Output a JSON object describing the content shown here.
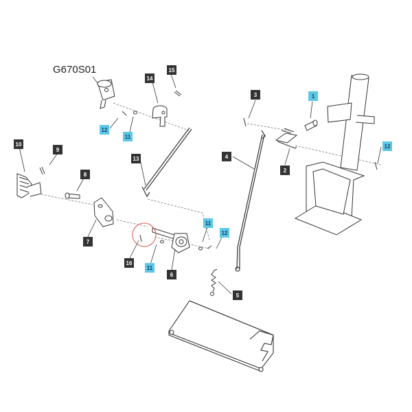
{
  "diagram_code": "G670S01",
  "colors": {
    "dark_callout": "#333333",
    "highlight_callout": "#5bc8e6",
    "line": "#333333",
    "circle": "#d9534f"
  },
  "callouts": [
    {
      "id": "c1",
      "label": "1",
      "style": "highlight"
    },
    {
      "id": "c2",
      "label": "2",
      "style": "dark"
    },
    {
      "id": "c3",
      "label": "3",
      "style": "dark"
    },
    {
      "id": "c4",
      "label": "4",
      "style": "dark"
    },
    {
      "id": "c5",
      "label": "5",
      "style": "dark"
    },
    {
      "id": "c6",
      "label": "6",
      "style": "dark"
    },
    {
      "id": "c7",
      "label": "7",
      "style": "dark"
    },
    {
      "id": "c8",
      "label": "8",
      "style": "dark"
    },
    {
      "id": "c9",
      "label": "9",
      "style": "dark"
    },
    {
      "id": "c10",
      "label": "10",
      "style": "dark"
    },
    {
      "id": "c11a",
      "label": "11",
      "style": "highlight"
    },
    {
      "id": "c11b",
      "label": "11",
      "style": "highlight"
    },
    {
      "id": "c11c",
      "label": "11",
      "style": "highlight"
    },
    {
      "id": "c12a",
      "label": "12",
      "style": "highlight"
    },
    {
      "id": "c12b",
      "label": "12",
      "style": "highlight"
    },
    {
      "id": "c12c",
      "label": "12",
      "style": "highlight"
    },
    {
      "id": "c13",
      "label": "13",
      "style": "dark"
    },
    {
      "id": "c14",
      "label": "14",
      "style": "dark"
    },
    {
      "id": "c15",
      "label": "15",
      "style": "dark"
    },
    {
      "id": "c16",
      "label": "16",
      "style": "dark"
    }
  ]
}
